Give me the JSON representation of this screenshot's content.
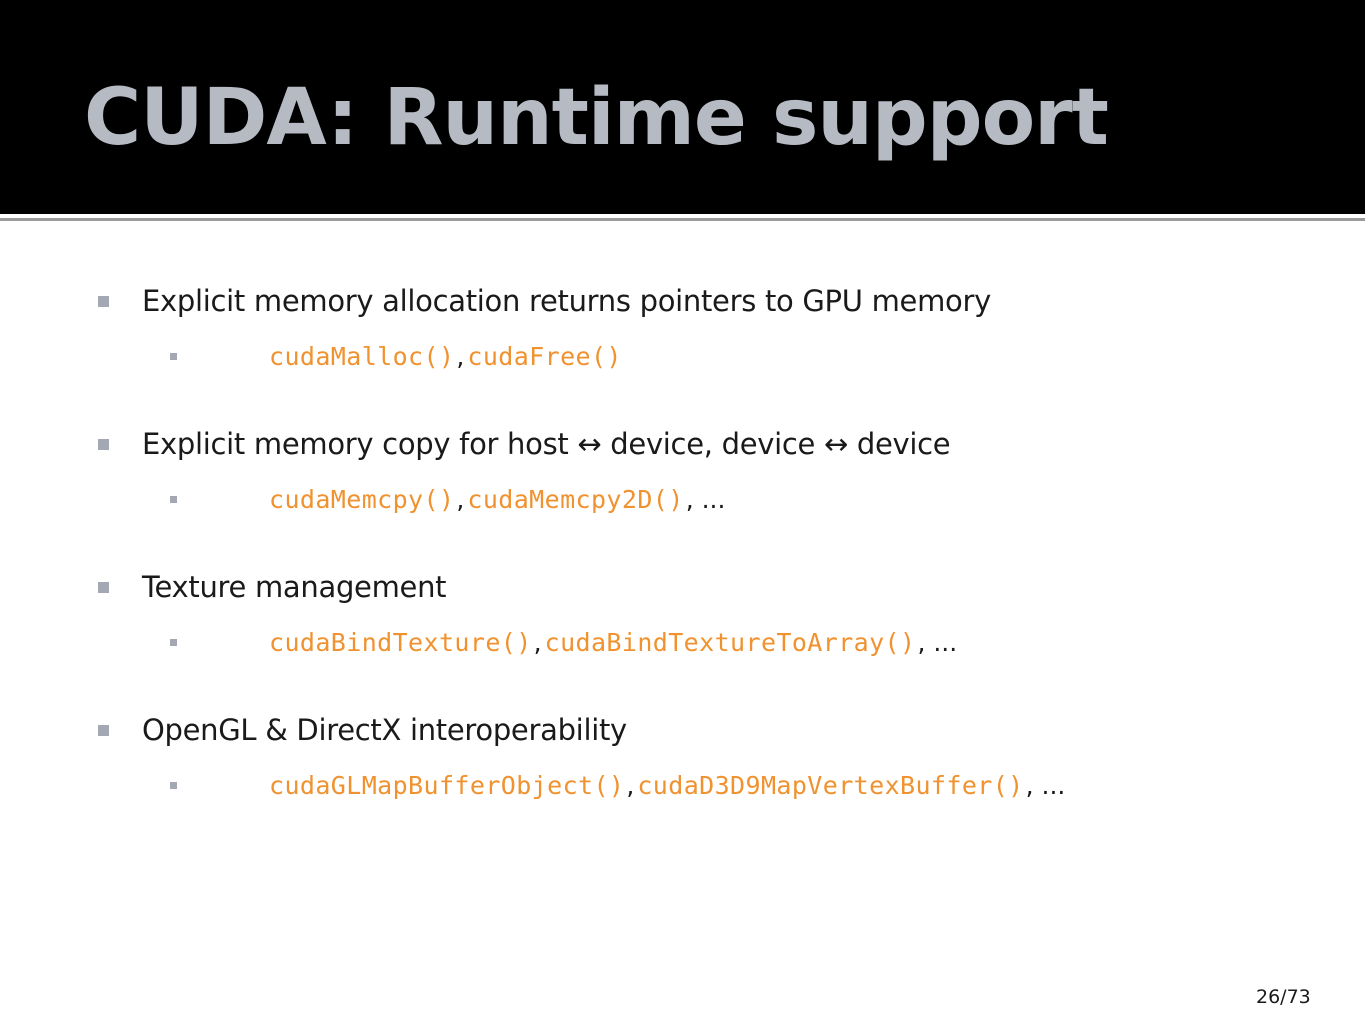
{
  "slide": {
    "title": "CUDA: Runtime support",
    "page_number": "26/73"
  },
  "bullets": [
    {
      "text": "Explicit memory allocation returns pointers to GPU memory",
      "sub": {
        "code1": "cudaMalloc()",
        "sep1": ",",
        "code2": "cudaFree()",
        "suffix": ""
      }
    },
    {
      "text": "Explicit memory copy for host ↔ device, device ↔ device",
      "sub": {
        "code1": "cudaMemcpy()",
        "sep1": ",",
        "code2": "cudaMemcpy2D()",
        "suffix": ", ..."
      }
    },
    {
      "text": "Texture management",
      "sub": {
        "code1": "cudaBindTexture()",
        "sep1": ",",
        "code2": "cudaBindTextureToArray()",
        "suffix": ", ..."
      }
    },
    {
      "text": "OpenGL & DirectX interoperability",
      "sub": {
        "code1": "cudaGLMapBufferObject()",
        "sep1": ",",
        "code2": "cudaD3D9MapVertexBuffer()",
        "suffix": ", ..."
      }
    }
  ],
  "colors": {
    "header_background": "#000000",
    "title": "#b6bac3",
    "code": "#f0922f",
    "bullet_marker": "#a3a8b2",
    "body_text": "#1a1a1a"
  }
}
